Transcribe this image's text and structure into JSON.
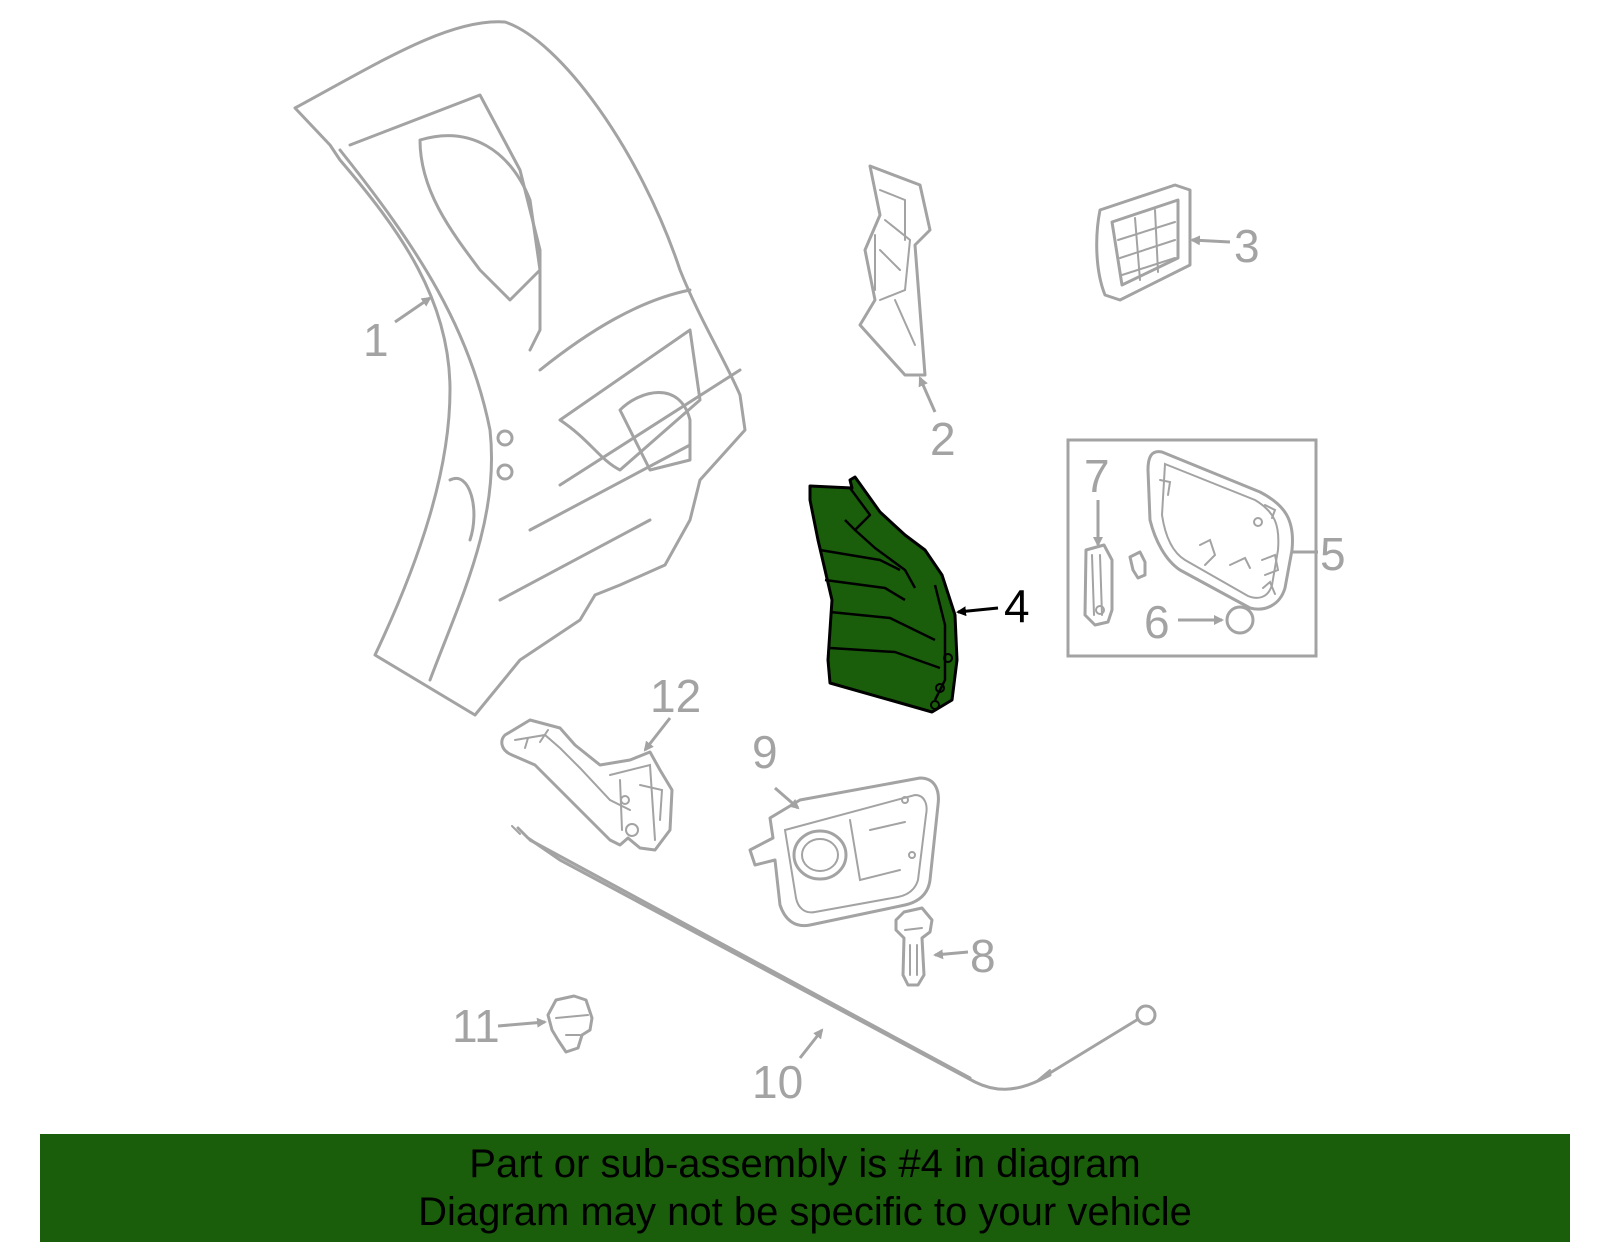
{
  "callouts": {
    "c1": "1",
    "c2": "2",
    "c3": "3",
    "c4": "4",
    "c5": "5",
    "c6": "6",
    "c7": "7",
    "c8": "8",
    "c9": "9",
    "c10": "10",
    "c11": "11",
    "c12": "12"
  },
  "highlighted_part": "4",
  "banner": {
    "line1": "Part or sub-assembly is #4 in diagram",
    "line2": "Diagram may not be specific to your vehicle"
  },
  "colors": {
    "highlight": "#1a5e0c",
    "line_art": "#a3a3a3",
    "callout_highlight": "#000000"
  }
}
